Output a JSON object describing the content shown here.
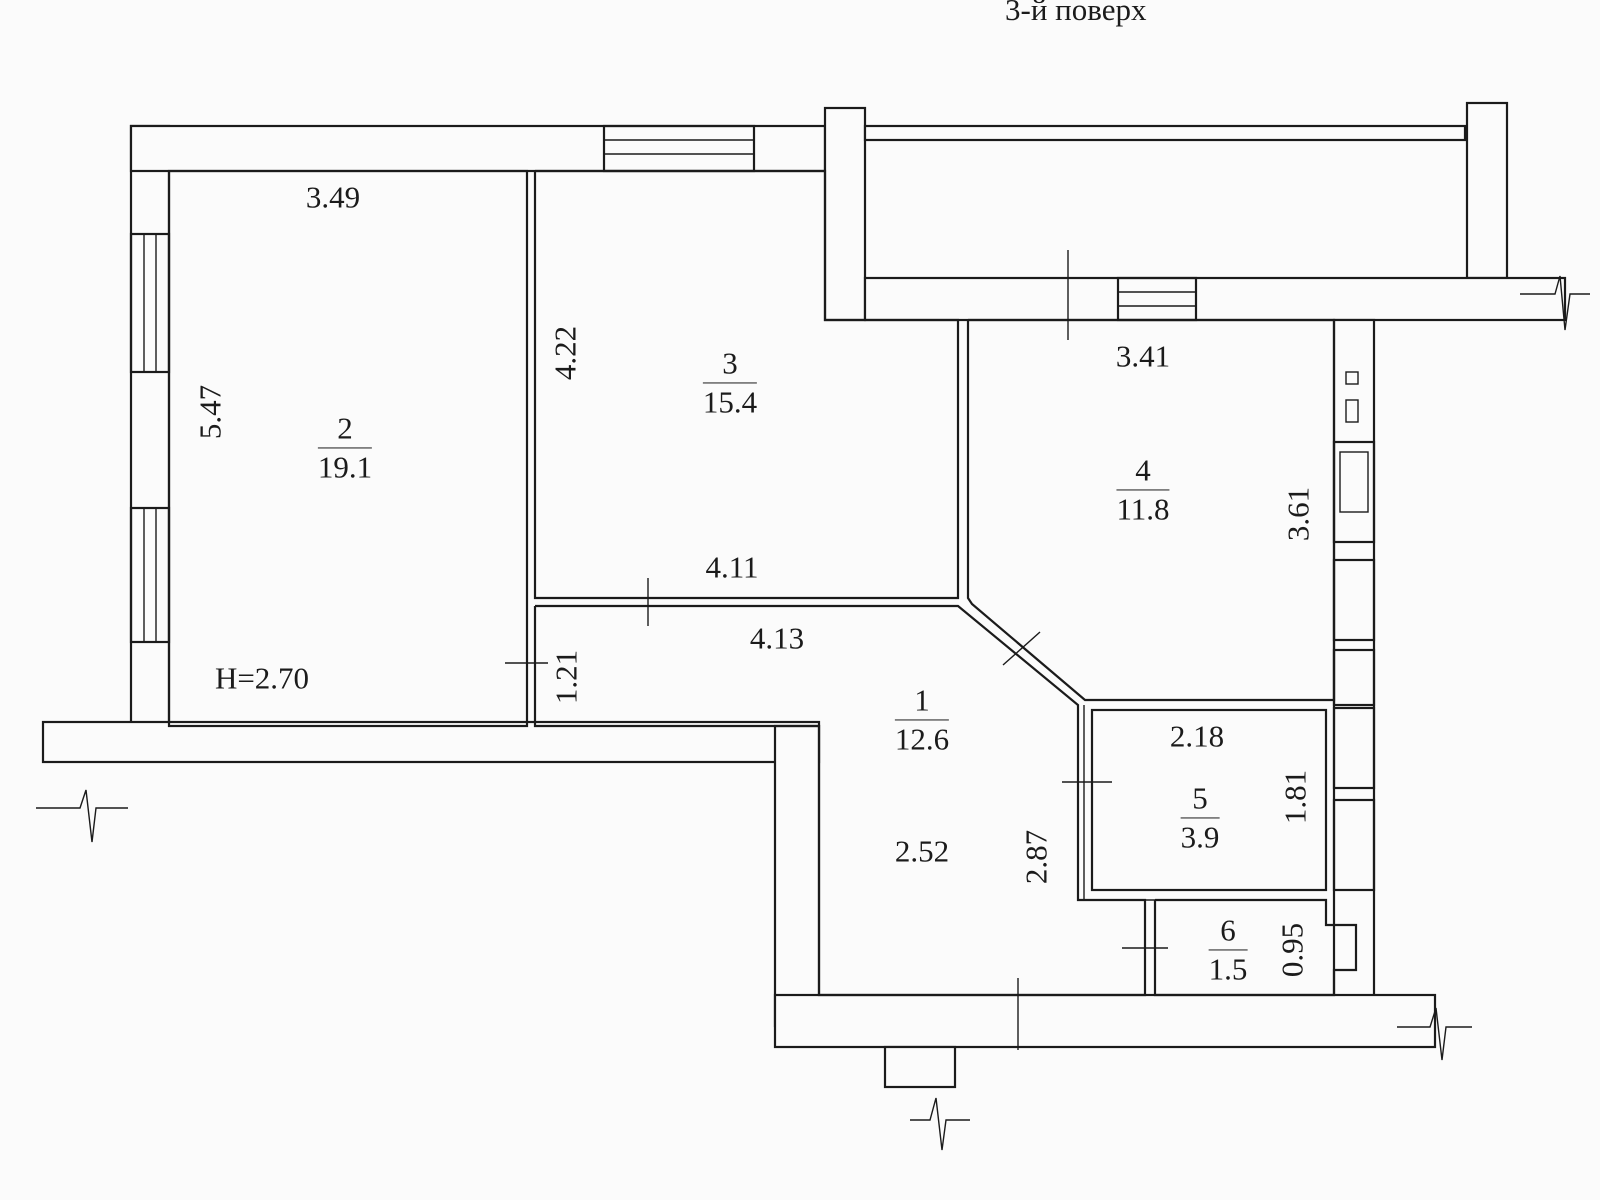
{
  "floor_label": "3-й поверх",
  "height_label": "H=2.70",
  "rooms": [
    {
      "num": "1",
      "area": "12.6"
    },
    {
      "num": "2",
      "area": "19.1"
    },
    {
      "num": "3",
      "area": "15.4"
    },
    {
      "num": "4",
      "area": "11.8"
    },
    {
      "num": "5",
      "area": "3.9"
    },
    {
      "num": "6",
      "area": "1.5"
    }
  ],
  "dimensions": {
    "room2_width": "3.49",
    "room2_length": "5.47",
    "room3_length": "4.22",
    "room3_width": "4.11",
    "room4_width": "3.41",
    "room4_length": "3.61",
    "hall_top": "4.13",
    "hall_small": "1.21",
    "hall_width": "2.52",
    "hall_length": "2.87",
    "room5_width": "2.18",
    "room5_length": "1.81",
    "room6_length": "0.95"
  }
}
